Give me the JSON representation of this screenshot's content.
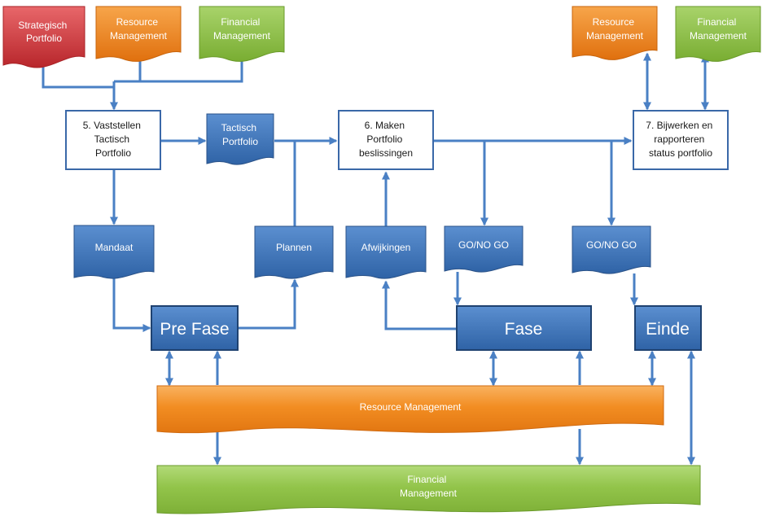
{
  "colors": {
    "red": "#d23a3e",
    "orange": "#f08a1e",
    "green": "#8dc044",
    "blue": "#3f74b8",
    "blue_dark": "#2a5288",
    "arrow": "#4a80c4",
    "box_border": "#3a68a8"
  },
  "top_docs": {
    "strategisch": [
      "Strategisch",
      "Portfolio"
    ],
    "resource_left": [
      "Resource",
      "Management"
    ],
    "financial_left": [
      "Financial",
      "Management"
    ],
    "resource_right": [
      "Resource",
      "Management"
    ],
    "financial_right": [
      "Financial",
      "Management"
    ]
  },
  "process_boxes": {
    "vaststellen": [
      "5. Vaststellen",
      "Tactisch",
      "Portfolio"
    ],
    "maken": [
      "6. Maken",
      "Portfolio",
      "beslissingen"
    ],
    "bijwerken": [
      "7. Bijwerken en",
      "rapporteren",
      "status portfolio"
    ]
  },
  "blue_docs": {
    "tactisch": [
      "Tactisch",
      "Portfolio"
    ],
    "mandaat": [
      "Mandaat"
    ],
    "plannen": [
      "Plannen"
    ],
    "afwijkingen": [
      "Afwijkingen"
    ],
    "gonogo1": [
      "GO/NO GO"
    ],
    "gonogo2": [
      "GO/NO GO"
    ]
  },
  "phases": {
    "prefase": "Pre Fase",
    "fase": "Fase",
    "einde": "Einde"
  },
  "bands": {
    "resource": [
      "Resource Management"
    ],
    "financial": [
      "Financial",
      "Management"
    ]
  }
}
